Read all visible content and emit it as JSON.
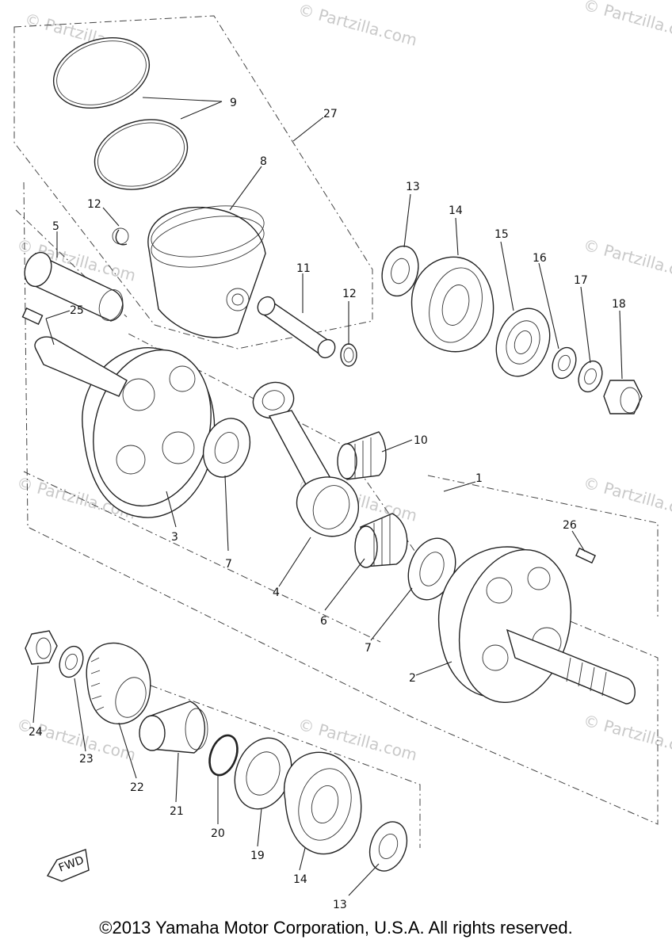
{
  "watermark": "© Partzilla.com",
  "copyright": "©2013 Yamaha Motor Corporation, U.S.A. All rights reserved.",
  "fwd_label": "FWD",
  "callouts": {
    "c1": "1",
    "c2": "2",
    "c3": "3",
    "c4": "4",
    "c5": "5",
    "c6": "6",
    "c7a": "7",
    "c7b": "7",
    "c8": "8",
    "c9": "9",
    "c10": "10",
    "c11": "11",
    "c12a": "12",
    "c12b": "12",
    "c13a": "13",
    "c13b": "13",
    "c14a": "14",
    "c14b": "14",
    "c15": "15",
    "c16": "16",
    "c17": "17",
    "c18": "18",
    "c19": "19",
    "c20": "20",
    "c21": "21",
    "c22": "22",
    "c23": "23",
    "c24": "24",
    "c25": "25",
    "c26": "26",
    "c27": "27"
  }
}
